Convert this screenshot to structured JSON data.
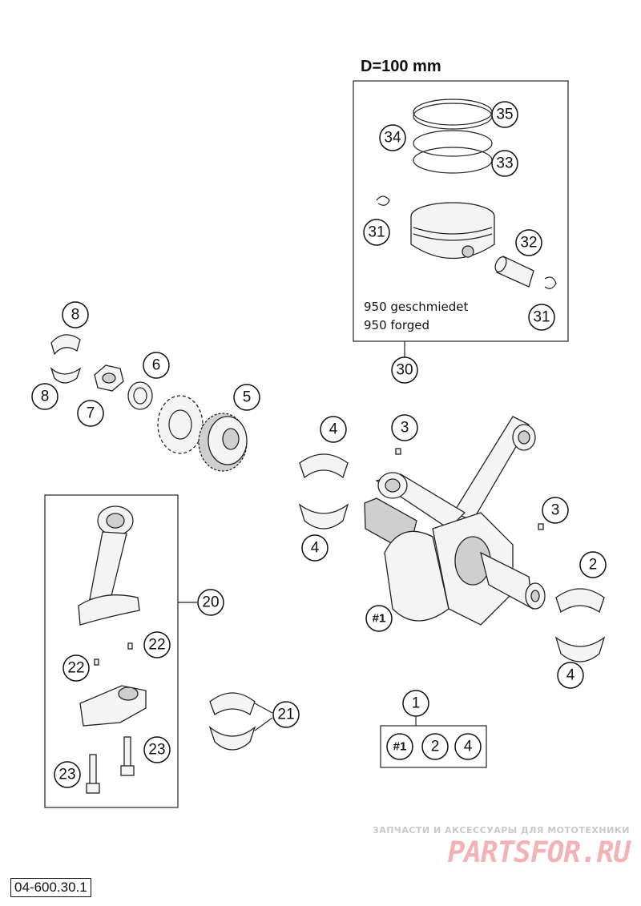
{
  "header": {
    "piston_label": "D=100 mm"
  },
  "notes": {
    "line1": "950 geschmiedet",
    "line2": "950 forged"
  },
  "footer": {
    "document_number": "04-600.30.1"
  },
  "watermark": {
    "tagline": "ЗАПЧАСТИ И АКСЕССУАРЫ ДЛЯ МОТОТЕХНИКИ",
    "logo_text": "PARTSFOR.RU"
  },
  "callouts": {
    "c35": "35",
    "c34": "34",
    "c33": "33",
    "c31a": "31",
    "c32": "32",
    "c31b": "31",
    "c30": "30",
    "c8a": "8",
    "c8b": "8",
    "c7": "7",
    "c6": "6",
    "c5": "5",
    "c4a": "4",
    "c4b": "4",
    "c3a": "3",
    "c3b": "3",
    "c2": "2",
    "c4c": "4",
    "c1ref": "#1",
    "c20": "20",
    "c22a": "22",
    "c22b": "22",
    "c21": "21",
    "c23a": "23",
    "c23b": "23",
    "c1": "1",
    "kit1": "#1",
    "kit2": "2",
    "kit4": "4"
  }
}
